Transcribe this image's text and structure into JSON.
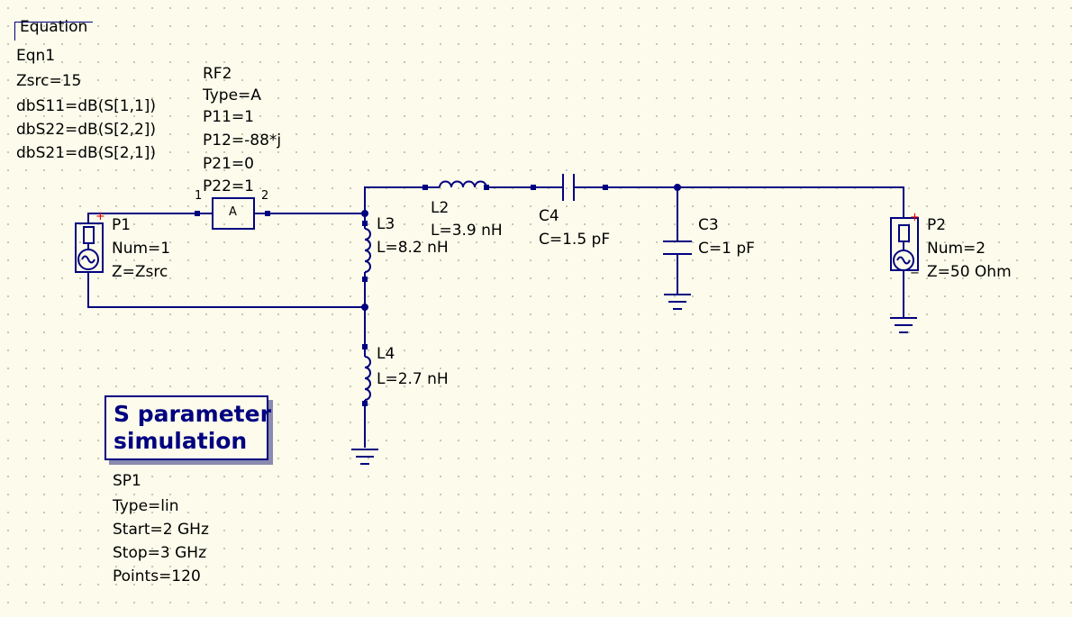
{
  "equation": {
    "header": "Equation",
    "lines": [
      "Eqn1",
      "Zsrc=15",
      "dbS11=dB(S[1,1])",
      "dbS22=dB(S[2,2])",
      "dbS21=dB(S[2,1])"
    ]
  },
  "rf2": {
    "lines": [
      "RF2",
      "Type=A",
      "P11=1",
      "P12=-88*j",
      "P21=0",
      "P22=1"
    ],
    "box_label": "A",
    "pin1": "1",
    "pin2": "2"
  },
  "p1": {
    "lines": [
      "P1",
      "Num=1",
      "Z=Zsrc"
    ],
    "plus": "+"
  },
  "p2": {
    "lines": [
      "P2",
      "Num=2",
      "Z=50 Ohm"
    ],
    "plus": "+",
    "minus": "−"
  },
  "l2": {
    "lines": [
      "L2",
      "L=3.9 nH"
    ]
  },
  "l3": {
    "lines": [
      "L3",
      "L=8.2 nH"
    ]
  },
  "l4": {
    "lines": [
      "L4",
      "L=2.7 nH"
    ]
  },
  "c4": {
    "lines": [
      "C4",
      "C=1.5 pF"
    ]
  },
  "c3": {
    "lines": [
      "C3",
      "C=1 pF"
    ]
  },
  "simulation": {
    "title_line1": "S parameter",
    "title_line2": "simulation",
    "lines": [
      "SP1",
      "Type=lin",
      "Start=2 GHz",
      "Stop=3 GHz",
      "Points=120"
    ]
  },
  "colors": {
    "wire": "#000080",
    "background": "#fdfcec",
    "port_plus": "#e00000"
  }
}
